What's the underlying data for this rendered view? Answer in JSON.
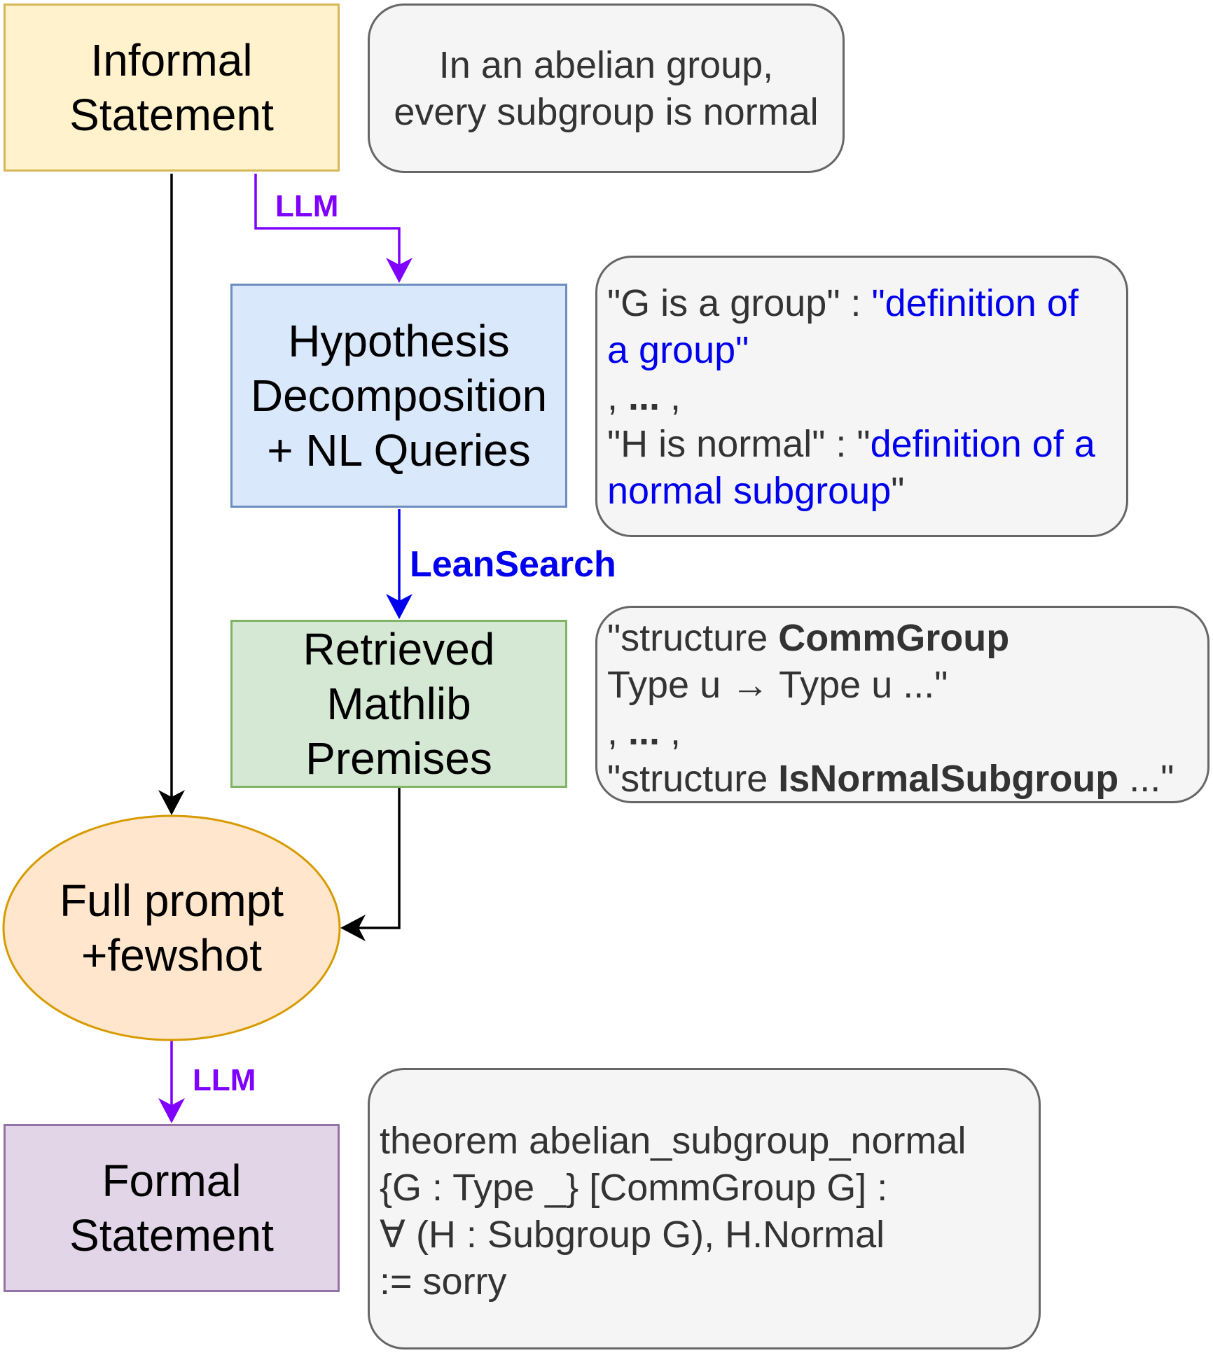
{
  "colors": {
    "llm": "#7f00ff",
    "leansearch": "#0000ee",
    "black": "#000000",
    "query_text": "#0000ee",
    "note_fill": "#f5f5f5",
    "note_border": "#666666",
    "note_text": "#333333",
    "informal_fill": "#fff2cc",
    "informal_border": "#d6b656",
    "hypothesis_fill": "#dae8fc",
    "hypothesis_border": "#6c8ebf",
    "retrieved_fill": "#d5e8d4",
    "retrieved_border": "#82b366",
    "prompt_fill": "#ffe6cc",
    "prompt_border": "#d79b00",
    "formal_fill": "#e1d5e7",
    "formal_border": "#9673a6"
  },
  "nodes": {
    "informal": {
      "label": "Informal\nStatement"
    },
    "hypothesis": {
      "label": "Hypothesis\nDecomposition\n+ NL Queries"
    },
    "retrieved": {
      "label": "Retrieved\nMathlib\nPremises"
    },
    "prompt": {
      "label": "Full prompt\n+fewshot"
    },
    "formal": {
      "label": "Formal\nStatement"
    }
  },
  "edges": {
    "llm_top": {
      "label": "LLM"
    },
    "leansearch": {
      "label": "LeanSearch"
    },
    "llm_bottom": {
      "label": "LLM"
    }
  },
  "notes": {
    "informal_example": {
      "line1": "In an abelian group,",
      "line2": "every subgroup is normal"
    },
    "queries": {
      "hyp1": "\"G is a group\" : ",
      "query1_part1": "\"definition of",
      "query1_part2": "a group\"",
      "sep_pre": ", ",
      "ellipsis": "...",
      "sep_post": " ,",
      "hyp2": "\"H is normal\" : \"",
      "query2_part1": "definition of a",
      "query2_part2": "normal subgroup",
      "close_quote": "\""
    },
    "premises": {
      "p1_prefix": "\"structure ",
      "p1_name": "CommGroup",
      "p1_sig": "Type u → Type u ...\"",
      "sep_pre": ",  ",
      "ellipsis": "...",
      "sep_post": " ,",
      "p2_prefix": "\"structure ",
      "p2_name": "IsNormalSubgroup",
      "p2_suffix": " ...\""
    },
    "formal_example": {
      "line1": "theorem abelian_subgroup_normal",
      "line2": "{G : Type _} [CommGroup G] :",
      "line3": "∀ (H : Subgroup G), H.Normal",
      "line4": ":= sorry"
    }
  }
}
